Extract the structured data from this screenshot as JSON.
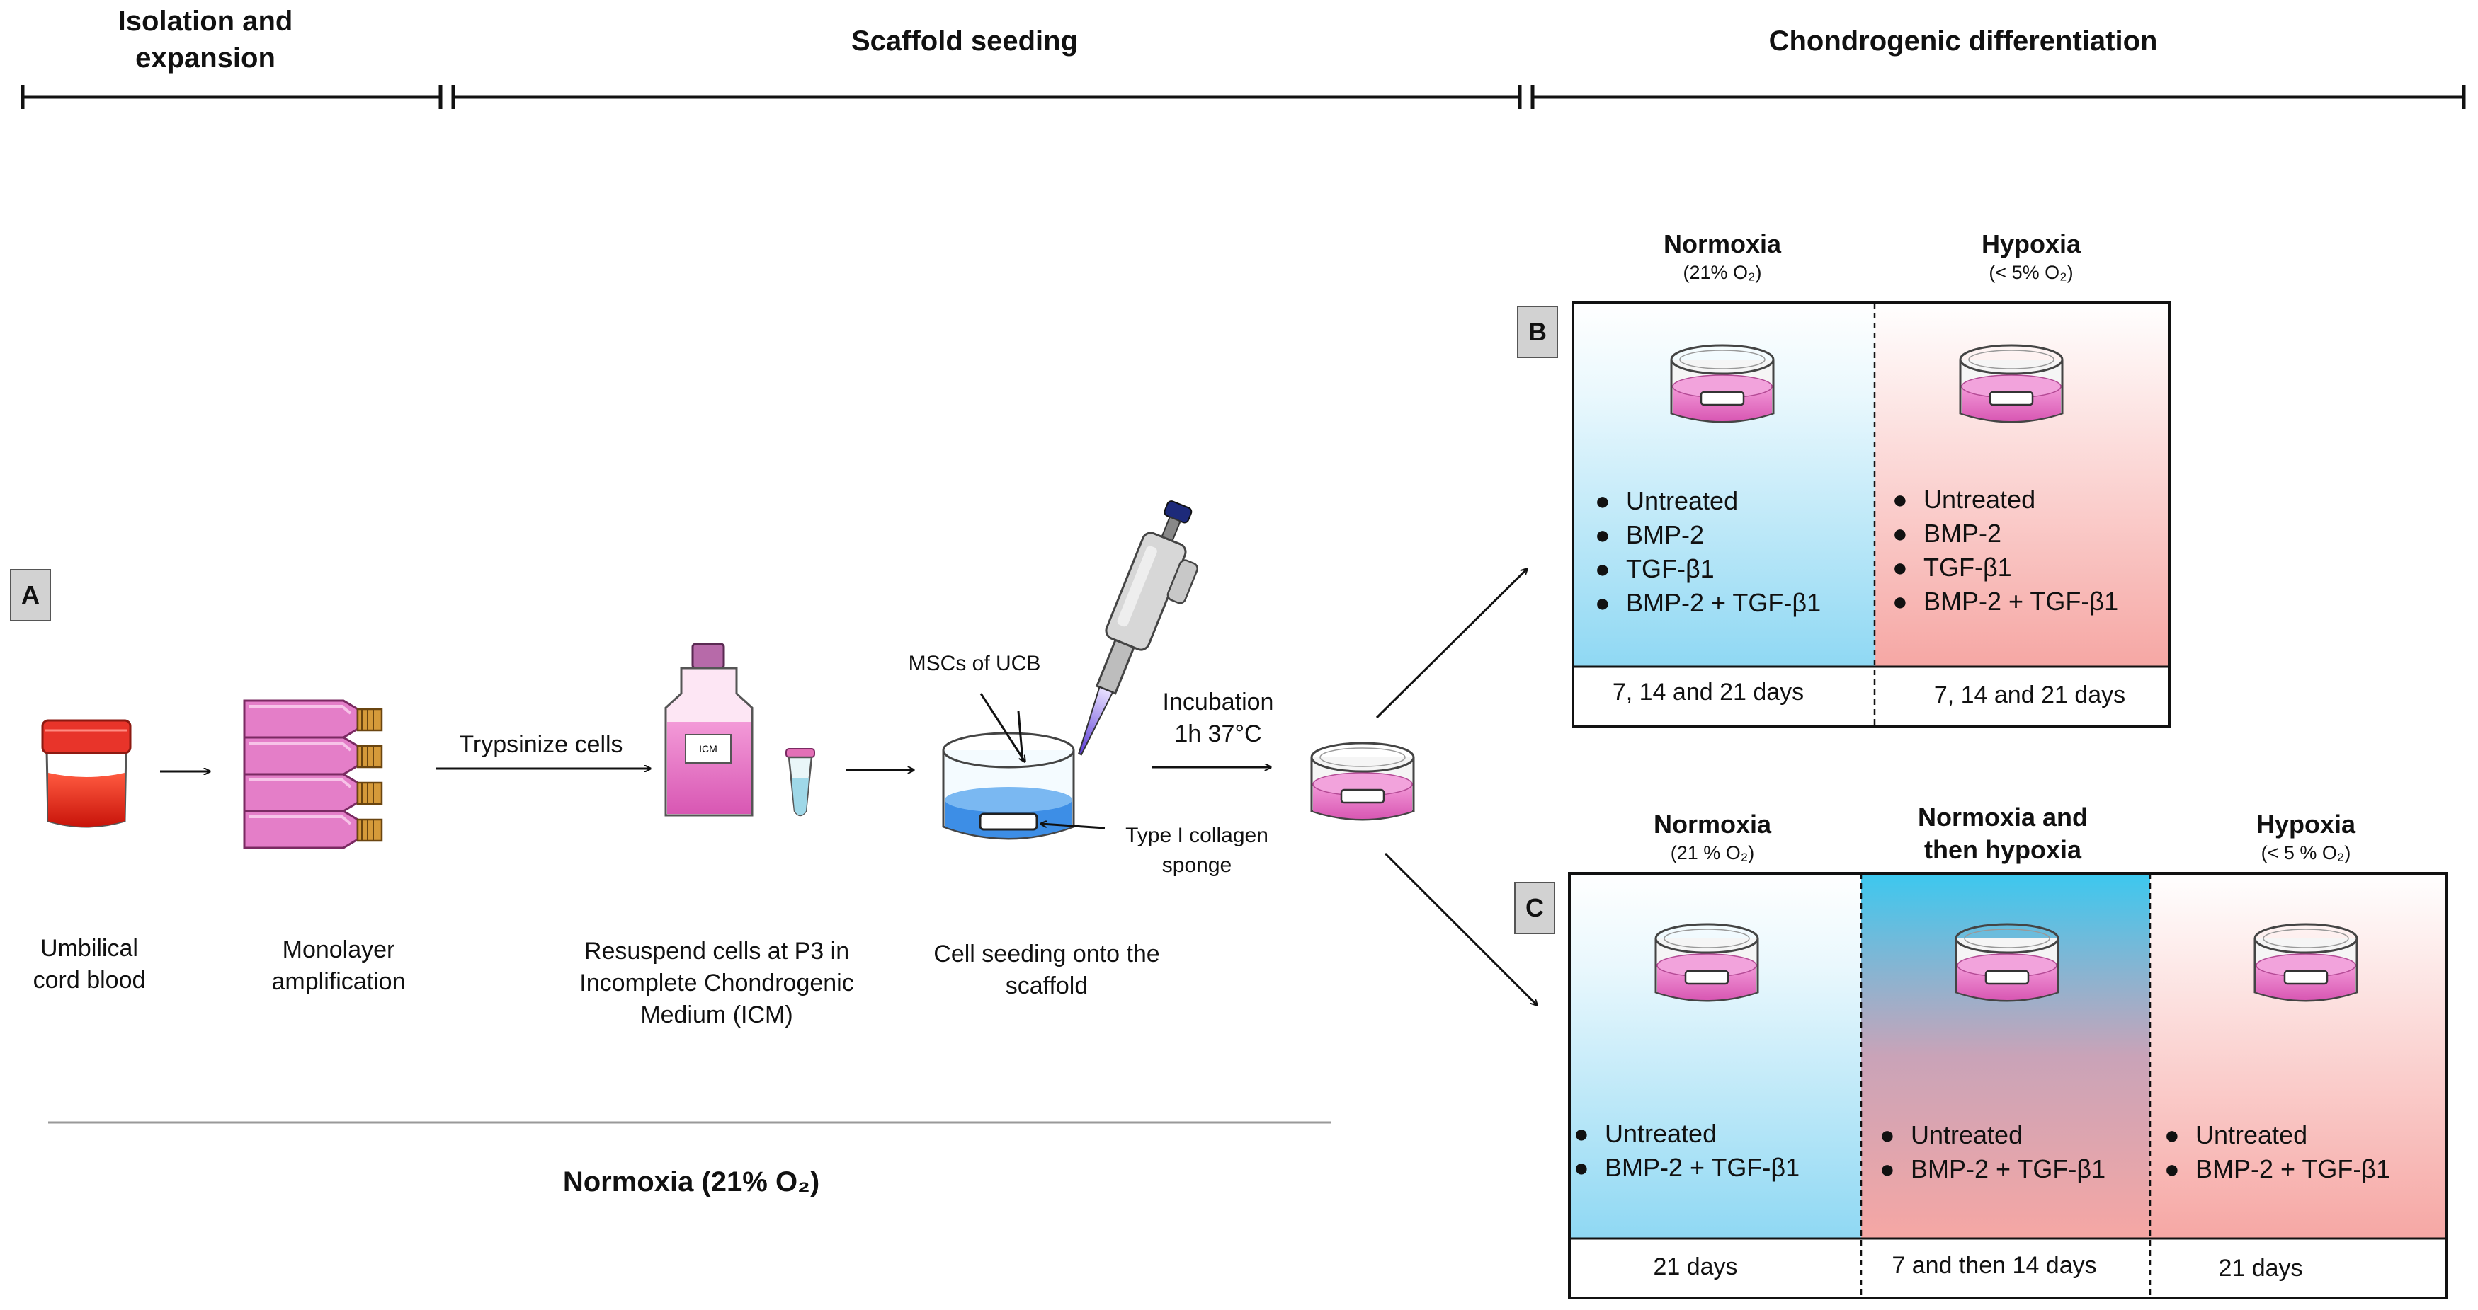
{
  "phases": {
    "isolation": "Isolation and\nexpansion",
    "seeding": "Scaffold seeding",
    "differentiation": "Chondrogenic differentiation"
  },
  "panel_a": {
    "tag": "A",
    "steps": {
      "umbilical": "Umbilical\ncord blood",
      "monolayer": "Monolayer\namplification",
      "resuspend": "Resuspend cells at P3 in\nIncomplete Chondrogenic\nMedium (ICM)",
      "seeding": "Cell seeding onto the\nscaffold"
    },
    "arrows": {
      "trypsinize": "Trypsinize cells",
      "incubation": "Incubation\n1h 37°C"
    },
    "callouts": {
      "mscs": "MSCs of UCB",
      "sponge": "Type I collagen\nsponge",
      "flask_label": "ICM"
    },
    "footer": "Normoxia (21% O₂)"
  },
  "panel_b": {
    "tag": "B",
    "columns": [
      {
        "title": "Normoxia",
        "subtitle": "(21% O₂)",
        "treatments": [
          "Untreated",
          "BMP-2",
          "TGF-β1",
          "BMP-2 + TGF-β1"
        ],
        "duration": "7, 14 and 21 days"
      },
      {
        "title": "Hypoxia",
        "subtitle": "(< 5% O₂)",
        "treatments": [
          "Untreated",
          "BMP-2",
          "TGF-β1",
          "BMP-2 + TGF-β1"
        ],
        "duration": "7, 14 and 21 days"
      }
    ]
  },
  "panel_c": {
    "tag": "C",
    "columns": [
      {
        "title": "Normoxia",
        "subtitle": "(21 % O₂)",
        "treatments": [
          "Untreated",
          "BMP-2 + TGF-β1"
        ],
        "duration": "21 days"
      },
      {
        "title": "Normoxia and\nthen hypoxia",
        "subtitle": "",
        "treatments": [
          "Untreated",
          "BMP-2 + TGF-β1"
        ],
        "duration": "7 and then 14 days"
      },
      {
        "title": "Hypoxia",
        "subtitle": "(< 5 % O₂)",
        "treatments": [
          "Untreated",
          "BMP-2 + TGF-β1"
        ],
        "duration": "21 days"
      }
    ]
  },
  "colors": {
    "normoxia": "#8fd8f3",
    "hypoxia": "#f6a7a4",
    "medium": "#e877c6",
    "blood": "#e02a18",
    "flask": "#d96fb8",
    "tag_bg": "#d2d2d2"
  }
}
